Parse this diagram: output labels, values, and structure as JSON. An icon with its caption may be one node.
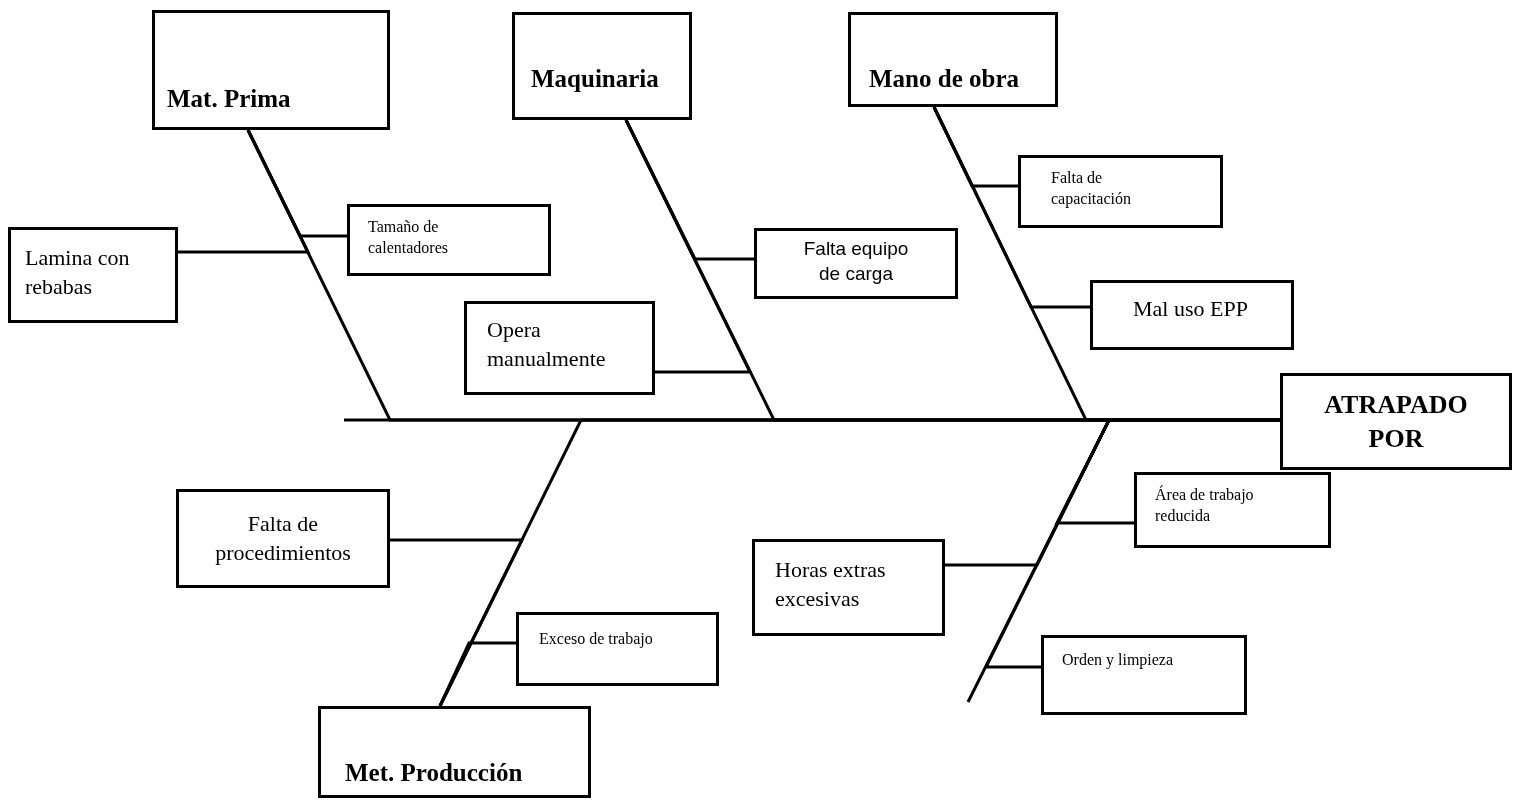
{
  "diagram": {
    "nodes": [
      {
        "text": [
          "Mat. Prima"
        ]
      },
      {
        "text": [
          "Maquinaria"
        ]
      },
      {
        "text": [
          "Mano de obra"
        ]
      },
      {
        "text": [
          "Lamina con rebabas"
        ]
      },
      {
        "text": [
          "Tamaño de calentadores"
        ]
      },
      {
        "text": [
          "Falta equipo de carga"
        ]
      },
      {
        "text": [
          "Opera manualmente"
        ]
      },
      {
        "text": [
          "Falta de capacitación"
        ]
      },
      {
        "text": [
          "Mal uso EPP"
        ]
      },
      {
        "text": [
          "ATRAPADO POR"
        ]
      },
      {
        "text": [
          "Falta de procedimientos"
        ]
      },
      {
        "text": [
          "Exceso de trabajo"
        ]
      },
      {
        "text": [
          "Horas extras excesivas"
        ]
      },
      {
        "text": [
          "Área de trabajo reducida"
        ]
      },
      {
        "text": [
          "Orden y limpieza"
        ]
      },
      {
        "text": [
          "Met. Producción"
        ]
      }
    ],
    "edges": [
      {
        "from": 0,
        "to": 9,
        "arrow": "none"
      },
      {
        "from": 1,
        "to": 9,
        "arrow": "none"
      },
      {
        "from": 2,
        "to": 9,
        "arrow": "none"
      },
      {
        "from": 15,
        "to": 9,
        "arrow": "none"
      },
      {
        "from": null,
        "to": 9,
        "arrow": "none"
      },
      {
        "from": 3,
        "to": 0,
        "arrow": "none"
      },
      {
        "from": 4,
        "to": 0,
        "arrow": "none"
      },
      {
        "from": 5,
        "to": 1,
        "arrow": "none"
      },
      {
        "from": 6,
        "to": 1,
        "arrow": "none"
      },
      {
        "from": 7,
        "to": 2,
        "arrow": "none"
      },
      {
        "from": 8,
        "to": 2,
        "arrow": "none"
      },
      {
        "from": 10,
        "to": 15,
        "arrow": "none"
      },
      {
        "from": 11,
        "to": 15,
        "arrow": "none"
      },
      {
        "from": 12,
        "to": 9,
        "arrow": "none"
      },
      {
        "from": 13,
        "to": 9,
        "arrow": "none"
      },
      {
        "from": 14,
        "to": 9,
        "arrow": "none"
      }
    ]
  }
}
